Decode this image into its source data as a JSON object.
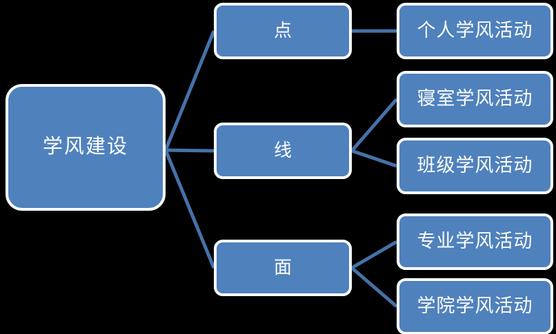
{
  "diagram": {
    "title_text": "学风建设",
    "background_color": "#000000",
    "node_fill_color": "#4F81BD",
    "node_border_color": "#FFFFFF",
    "connector_color": "#4472A8",
    "text_color": "#FFFFFF",
    "root": {
      "label": "学风建设"
    },
    "branches": [
      {
        "label": "点",
        "children": [
          {
            "label": "个人学风活动"
          }
        ]
      },
      {
        "label": "线",
        "children": [
          {
            "label": "寝室学风活动"
          },
          {
            "label": "班级学风活动"
          }
        ]
      },
      {
        "label": "面",
        "children": [
          {
            "label": "专业学风活动"
          },
          {
            "label": "学院学风活动"
          }
        ]
      }
    ]
  }
}
